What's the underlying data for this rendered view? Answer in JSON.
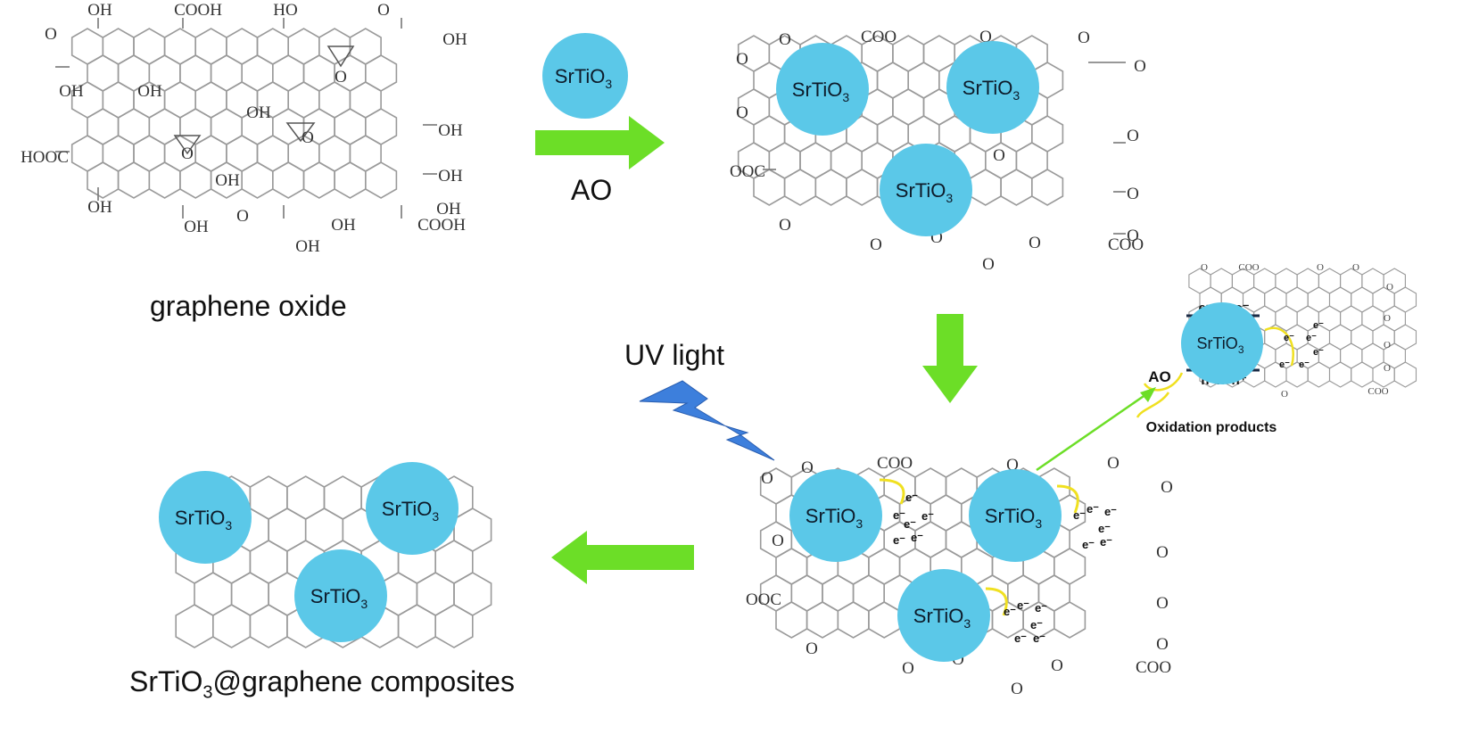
{
  "nanoparticle_label": "SrTiO",
  "nanoparticle_sub": "3",
  "step1_arrow_label": "AO",
  "uv_label": "UV light",
  "graphene_oxide_label": "graphene oxide",
  "composite_label_pre": "SrTiO",
  "composite_label_sub": "3",
  "composite_label_post": "@graphene composites",
  "inset": {
    "electrons": "e⁻ e⁻ e⁻",
    "holes": "h⁺h⁺h⁺",
    "reactant": "AO",
    "products": "Oxidation products"
  },
  "go_groups": [
    "OH",
    "COOH",
    "HO",
    "O",
    "HOOC"
  ],
  "reduced_groups": [
    "O",
    "COO",
    "OOC"
  ],
  "electron_symbol": "e⁻",
  "colors": {
    "nanoparticle": "#5bc8e8",
    "arrow": "#6cde27",
    "lightning": "#3d7fdc",
    "electron_transfer": "#f0e020",
    "lattice": "#9a9a9a"
  }
}
